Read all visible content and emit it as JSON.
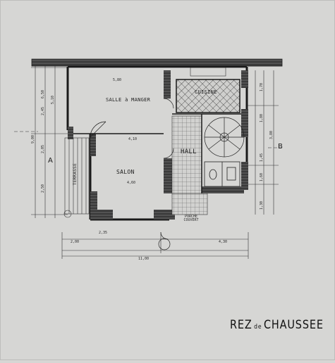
{
  "rooms": {
    "dining": "SALLE à MANGER",
    "kitchen": "CUISINE",
    "hall": "HALL",
    "salon": "SALON",
    "terrace": "TERRASSE",
    "porch": "PORCHE COUVERT"
  },
  "section_markers": {
    "left": "A",
    "right": "B"
  },
  "title": {
    "word1": "REZ",
    "word2": "de",
    "word3": "CHAUSSEE"
  },
  "dimensions": {
    "d580": "5,80",
    "d410": "4,10",
    "d460": "4,60",
    "d900": "9,00",
    "d650": "6,50",
    "d510": "5,10",
    "d250": "2,50",
    "d245": "2,45",
    "d205": "2,05",
    "d1100": "11,00",
    "d235": "2,35",
    "d430": "4,30",
    "d200": "2,00",
    "d180": "1,80",
    "d160": "1,60",
    "d145": "1,45",
    "d130": "1,30",
    "d380": "3,80",
    "d170": "1,70"
  },
  "colors": {
    "paper": "#d6d6d4",
    "ink": "#1c1c1c",
    "wall": "#2b2b2b"
  }
}
